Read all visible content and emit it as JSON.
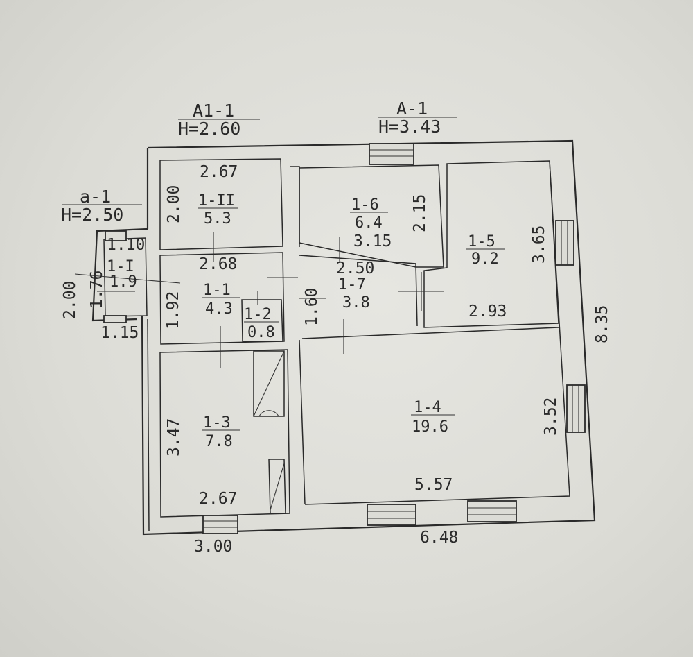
{
  "colors": {
    "ink": "#2a2a2a",
    "paper": "#dcdcd6"
  },
  "blocks": {
    "a1": {
      "name": "А1-1",
      "height": "Н=2.60"
    },
    "a": {
      "name": "А-1",
      "height": "Н=3.43"
    },
    "a_small": {
      "name": "а-1",
      "height": "Н=2.50"
    }
  },
  "rooms": {
    "r1_II": {
      "id": "1-II",
      "area": "5.3"
    },
    "r1_6": {
      "id": "1-6",
      "area": "6.4"
    },
    "r1_5": {
      "id": "1-5",
      "area": "9.2"
    },
    "r1_I": {
      "id": "1-I",
      "area": "1.9"
    },
    "r1_1": {
      "id": "1-1",
      "area": "4.3"
    },
    "r1_2": {
      "id": "1-2",
      "area": "0.8"
    },
    "r1_7": {
      "id": "1-7",
      "area": "3.8"
    },
    "r1_3": {
      "id": "1-3",
      "area": "7.8"
    },
    "r1_4": {
      "id": "1-4",
      "area": "19.6"
    }
  },
  "dims": {
    "d_267_top": "2.67",
    "d_200_r1II": "2.00",
    "d_215": "2.15",
    "d_315": "3.15",
    "d_365": "3.65",
    "d_110": "1.10",
    "d_176": "1.76",
    "d_200_outer": "2.00",
    "d_115": "1.15",
    "d_268": "2.68",
    "d_192": "1.92",
    "d_160": "1.60",
    "d_250": "2.50",
    "d_293": "2.93",
    "d_835": "8.35",
    "d_347": "3.47",
    "d_267_bottom": "2.67",
    "d_352": "3.52",
    "d_557": "5.57",
    "d_300": "3.00",
    "d_648": "6.48"
  }
}
